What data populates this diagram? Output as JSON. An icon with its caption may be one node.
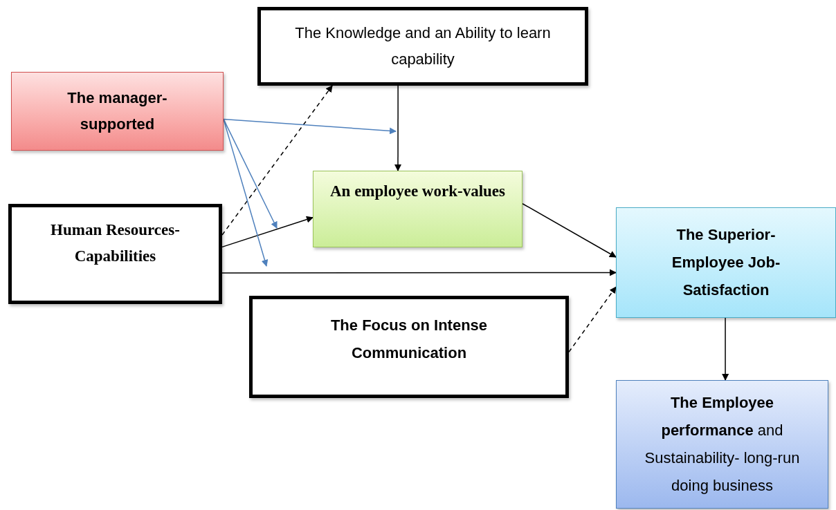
{
  "diagram": {
    "nodes": [
      {
        "text": [
          "The Knowledge and an Ability to learn capability"
        ]
      },
      {
        "text": [
          "The manager-supported"
        ]
      },
      {
        "text": [
          "Human Resources-Capabilities"
        ]
      },
      {
        "text": [
          "An employee work-values"
        ]
      },
      {
        "text": [
          "The Focus on Intense Communication"
        ]
      },
      {
        "text": [
          "The Superior-Employee Job-Satisfaction"
        ]
      },
      {
        "text": [
          "**The Employee performance** and Sustainability- long-run doing business"
        ]
      }
    ],
    "edges": [
      {
        "from": 0,
        "to": 3,
        "arrow": "to"
      },
      {
        "from": 2,
        "to": 3,
        "arrow": "to"
      },
      {
        "from": 2,
        "to": 5,
        "arrow": "to"
      },
      {
        "from": 3,
        "to": 5,
        "arrow": "to"
      },
      {
        "from": 5,
        "to": 6,
        "arrow": "to"
      },
      {
        "from": 2,
        "to": 0,
        "arrow": "to",
        "style": "dashed"
      },
      {
        "from": 4,
        "to": 5,
        "arrow": "to",
        "style": "dashed"
      },
      {
        "from": 1,
        "to": null,
        "arrow": "to",
        "color": "#4f81bd"
      },
      {
        "from": 1,
        "to": null,
        "arrow": "to",
        "color": "#4f81bd"
      },
      {
        "from": 1,
        "to": null,
        "arrow": "to",
        "color": "#4f81bd"
      }
    ]
  }
}
